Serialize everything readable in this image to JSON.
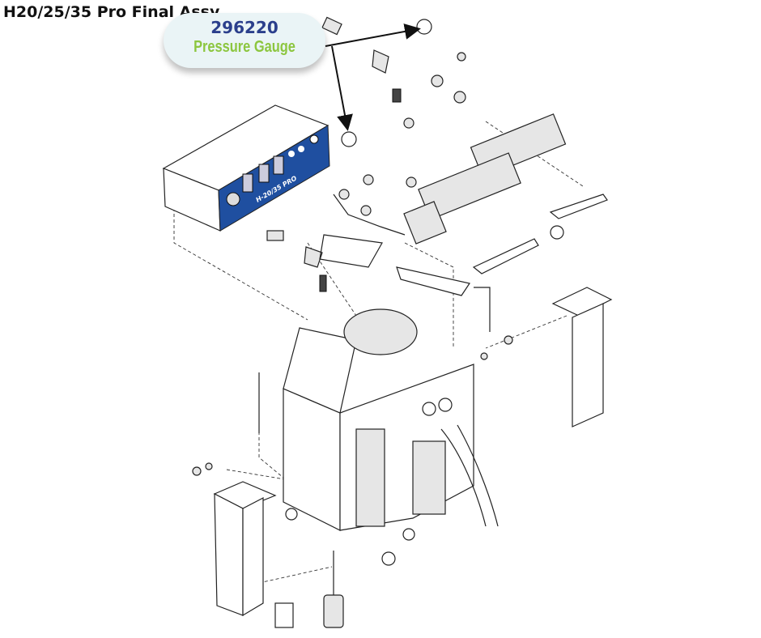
{
  "title": "H20/25/35 Pro Final Assy",
  "callout": {
    "part_number": "296220",
    "part_name": "Pressure Gauge"
  },
  "panel_label": "H-20/35 PRO",
  "colors": {
    "part_number": "#2b3f8c",
    "part_name": "#8cc63f",
    "panel": "#1f4fa0",
    "callout_bg": "#eaf4f6"
  }
}
